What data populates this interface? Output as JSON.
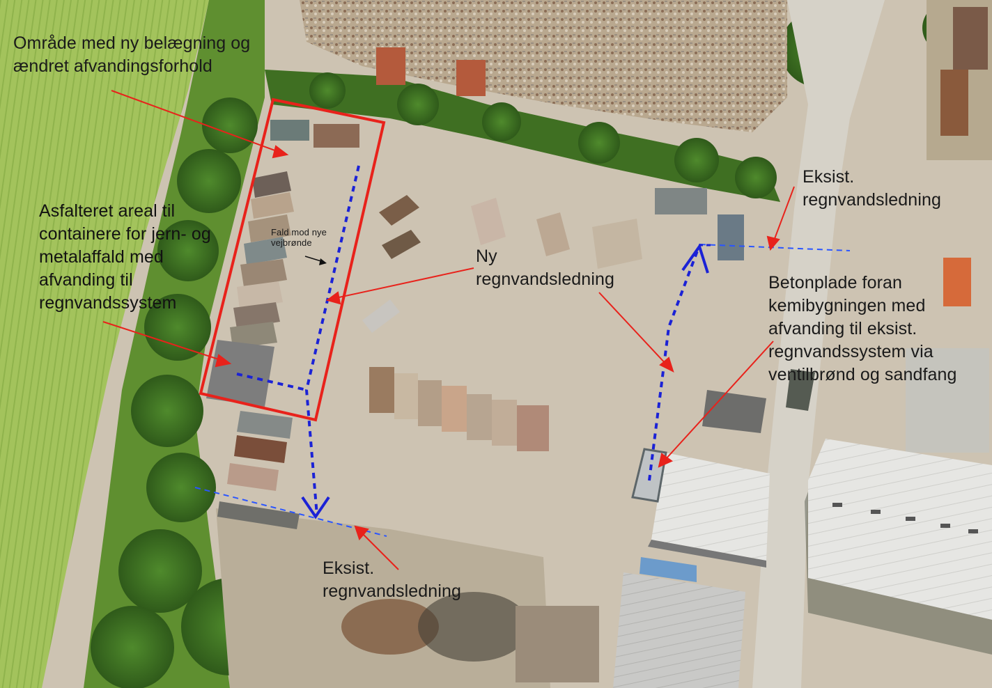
{
  "map": {
    "legend": {
      "new_surface_area": "Område med ny belægning og\nændret afvandingsforhold",
      "asphalt_area": "Asfalteret areal til\ncontainere for jern- og\nmetalaffald med\nafvanding til\nregnvandssystem",
      "slope_note": "Fald mod nye\nvejbrønde",
      "new_drain": "Ny\nregnvandsledning",
      "existing_drain_top": "Eksist.\nregnvandsledning",
      "existing_drain_bottom": "Eksist.\nregnvandsledning",
      "concrete_slab": "Betonplade foran\nkemibygningen med\nafvanding til eksist.\nregnvandssystem via\nventilbrønd og sandfang"
    },
    "colors": {
      "outline_red": "#e8221b",
      "new_pipe_blue": "#1b22d6",
      "existing_pipe_blue": "#2a55ff",
      "gravel": "#cfc6b6",
      "grass": "#6f9a3a",
      "trees": "#3d6a22",
      "field": "#9bbd55"
    },
    "icons": {
      "arrow": "red-arrow",
      "flow_arrow": "blue-chevron"
    }
  }
}
